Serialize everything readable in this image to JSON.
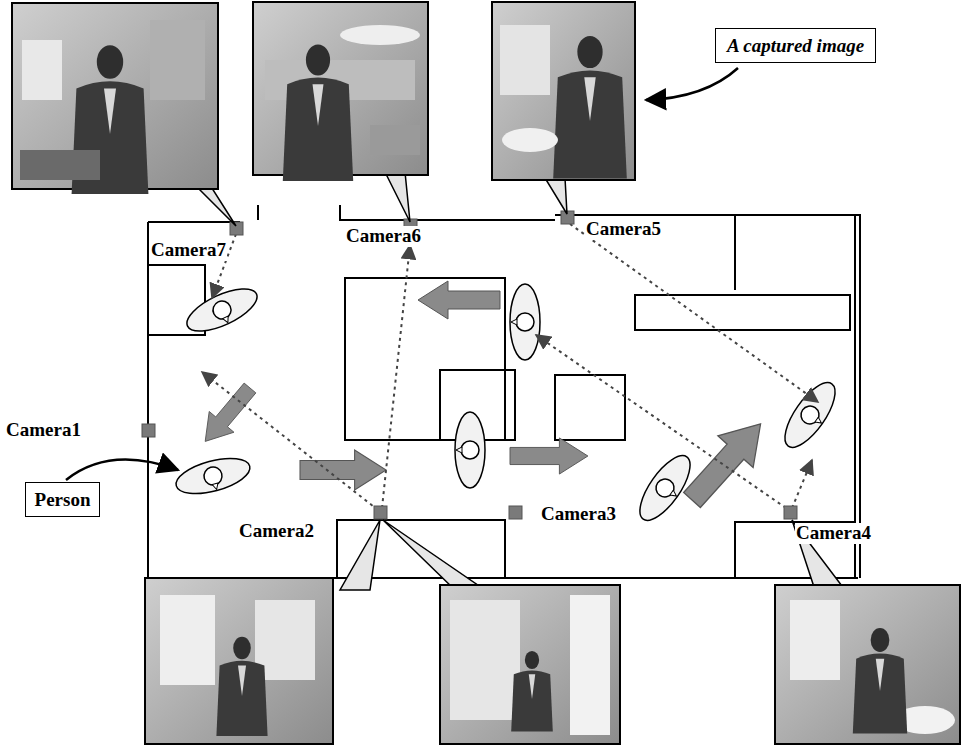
{
  "diagram": {
    "nodes": [
      {
        "text": [
          "A captured image"
        ]
      },
      {
        "text": [
          "Person"
        ]
      }
    ],
    "labels": [
      "Camera7",
      "Camera6",
      "Camera5",
      "Camera1",
      "Camera2",
      "Camera3",
      "Camera4"
    ]
  }
}
